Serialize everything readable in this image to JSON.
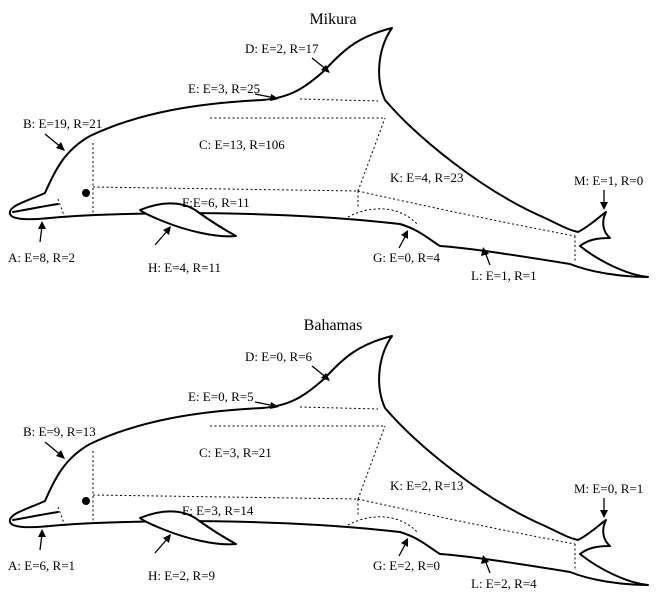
{
  "panels": [
    {
      "title": "Mikura",
      "labels": {
        "A": "A: E=8, R=2",
        "B": "B: E=19, R=21",
        "C": "C: E=13, R=106",
        "D": "D: E=2, R=17",
        "E": "E: E=3, R=25",
        "F": "F:E=6, R=11",
        "G": "G: E=0, R=4",
        "H": "H: E=4, R=11",
        "K": "K: E=4, R=23",
        "L": "L: E=1, R=1",
        "M": "M: E=1, R=0"
      }
    },
    {
      "title": "Bahamas",
      "labels": {
        "A": "A: E=6, R=1",
        "B": "B: E=9, R=13",
        "C": "C: E=3, R=21",
        "D": "D: E=0, R=6",
        "E": "E: E=0, R=5",
        "F": "F: E=3, R=14",
        "G": "G: E=2, R=0",
        "H": "H: E=2, R=9",
        "K": "K: E=2, R=13",
        "L": "L: E=2, R=4",
        "M": "M: E=0, R=1"
      }
    }
  ]
}
